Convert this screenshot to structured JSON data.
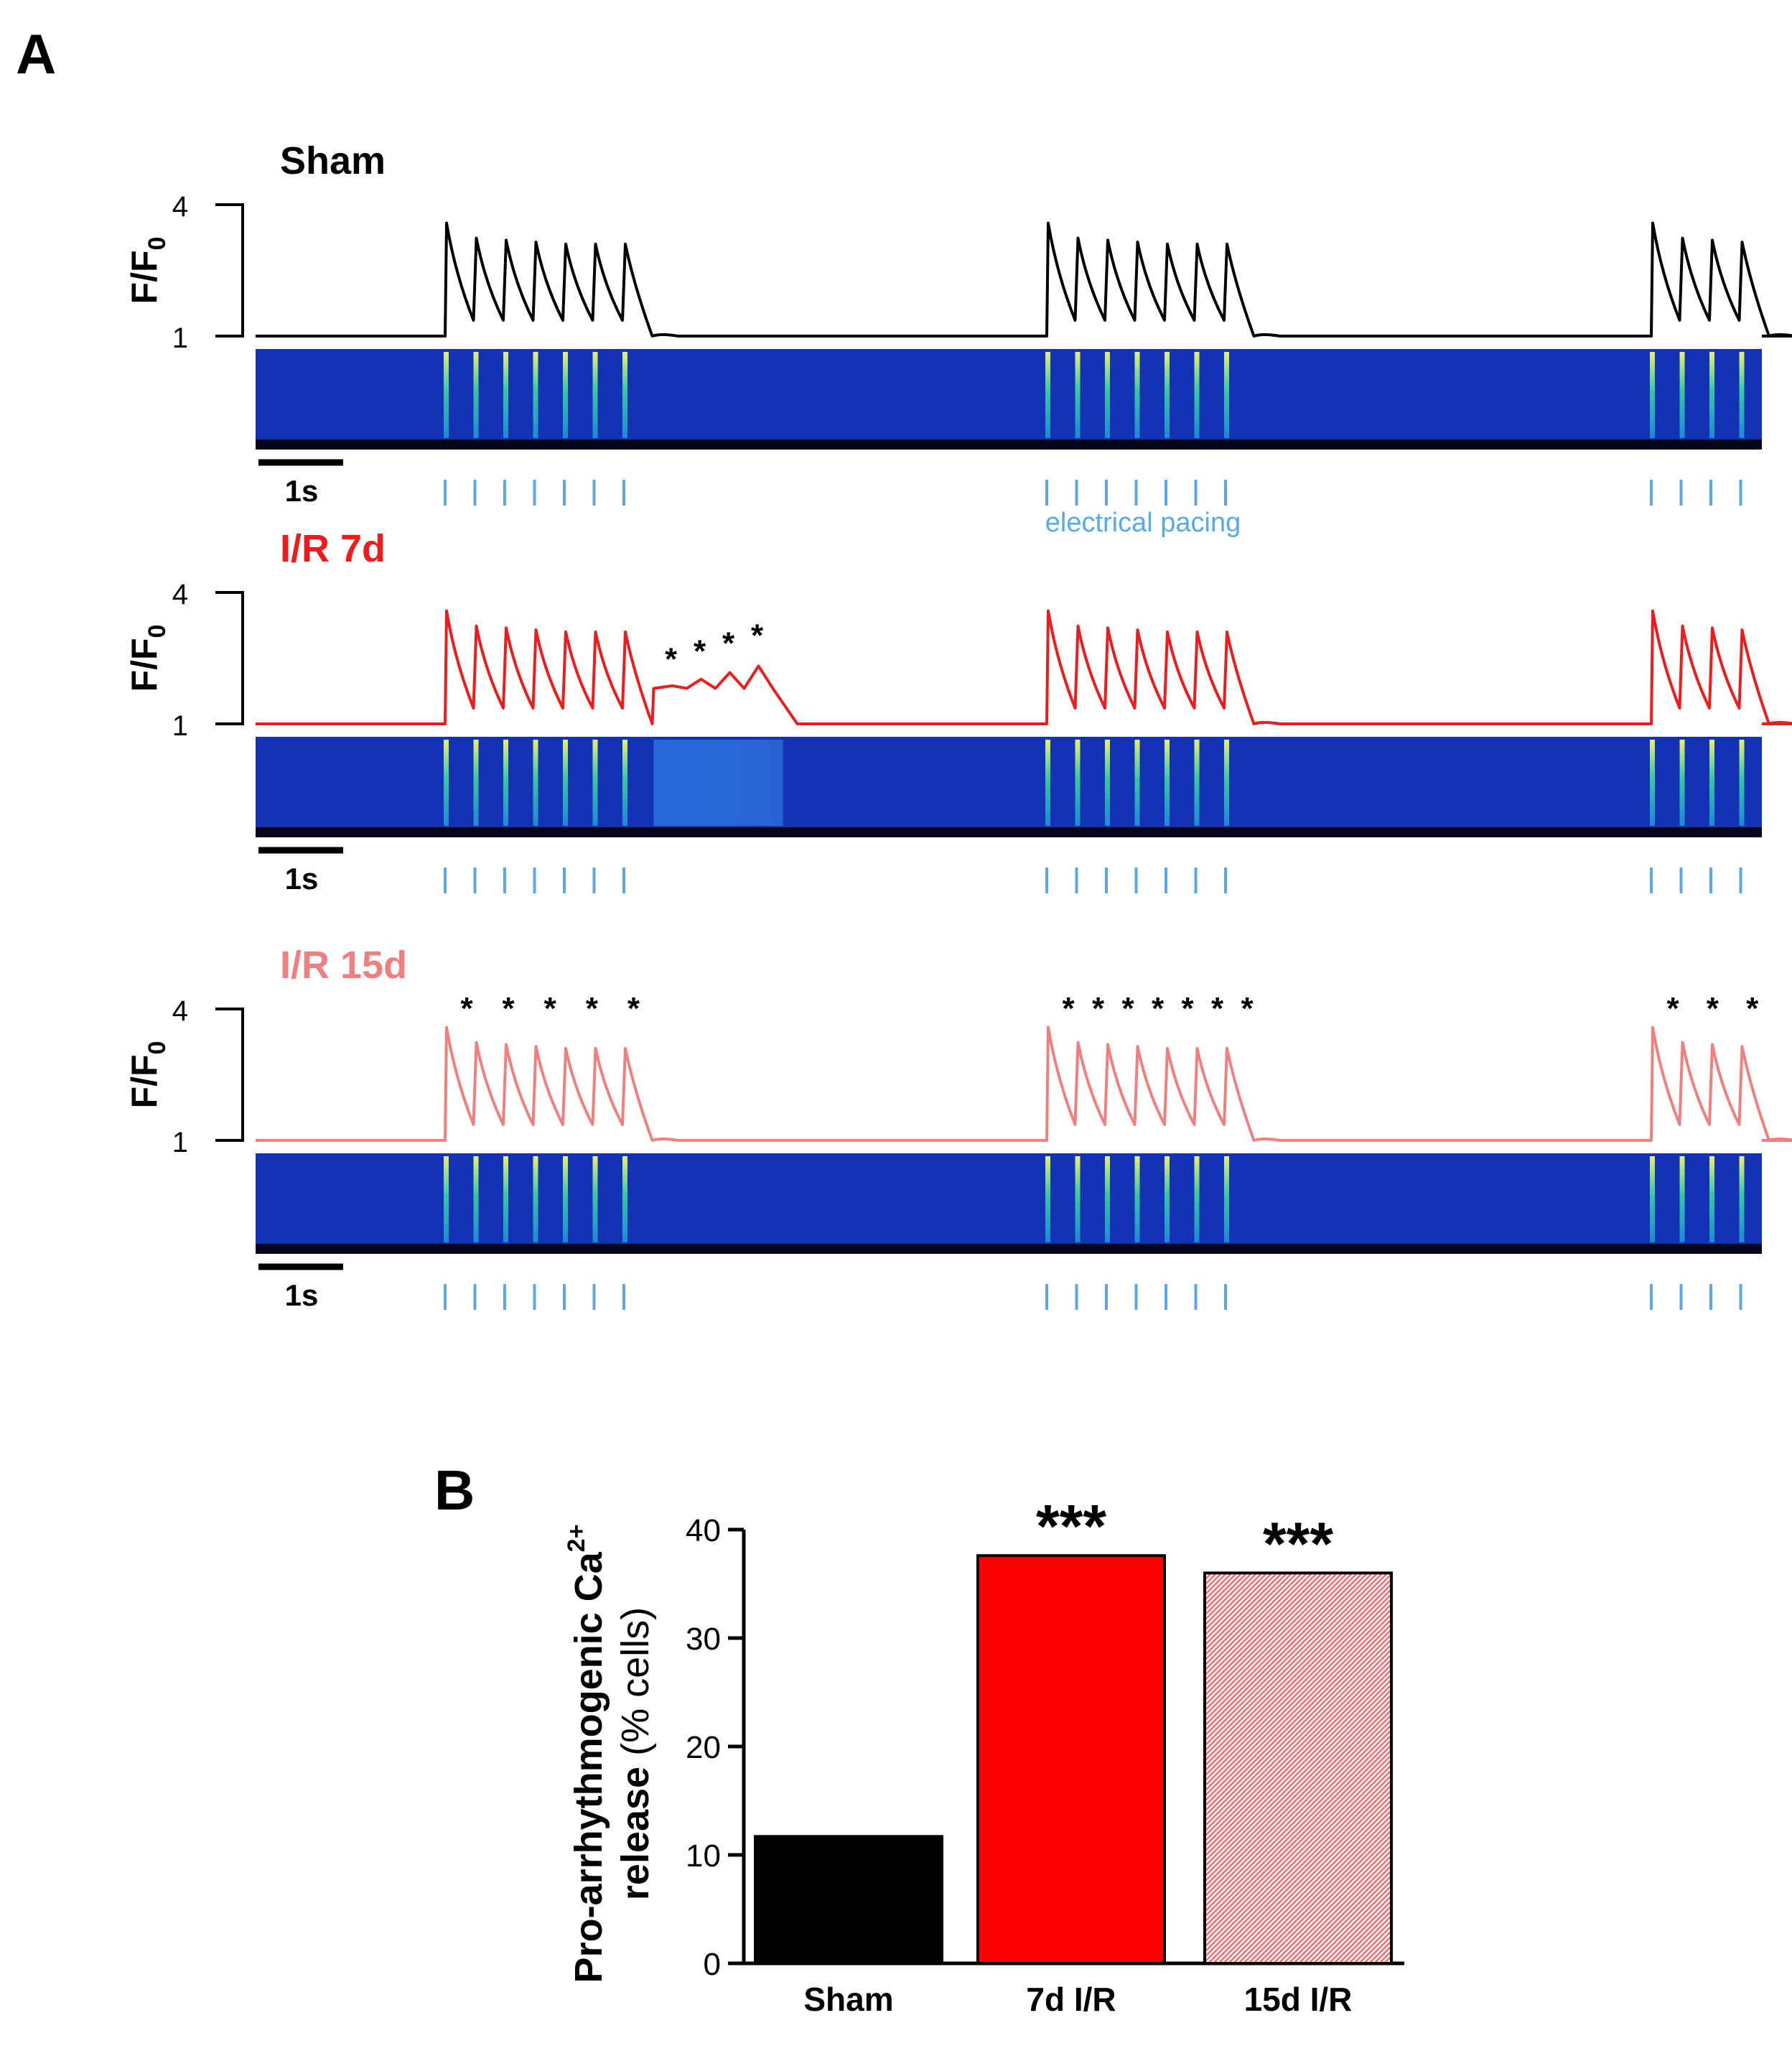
{
  "panel_a": {
    "letter": "A",
    "y_tick_top": "4",
    "y_tick_bottom": "1",
    "y_label_main": "F/F",
    "y_label_sub": "0",
    "scale_bar_label": "1s",
    "pacing_label": "electrical pacing",
    "spark_marker": "*",
    "colors": {
      "sham": "#000000",
      "ir7": "#ee1c1c",
      "ir15": "#f08080",
      "pacing": "#5aa9e6",
      "linescan_bg": "#1432b4"
    },
    "rows": [
      {
        "label": "Sham",
        "color": "#000000",
        "trains": [
          {
            "beats": 7,
            "extra_events": 0
          },
          {
            "beats": 7,
            "extra_events": 0
          },
          {
            "beats": 4,
            "extra_events": 0
          }
        ]
      },
      {
        "label": "I/R 7d",
        "color": "#ee1c1c",
        "trains": [
          {
            "beats": 7,
            "extra_events": 4
          },
          {
            "beats": 7,
            "extra_events": 0
          },
          {
            "beats": 4,
            "extra_events": 0
          }
        ]
      },
      {
        "label": "I/R 15d",
        "color": "#f08080",
        "trains": [
          {
            "beats": 7,
            "extra_events": 5
          },
          {
            "beats": 7,
            "extra_events": 7
          },
          {
            "beats": 4,
            "extra_events": 3
          }
        ]
      }
    ]
  },
  "chart_data": {
    "type": "bar",
    "panel_letter": "B",
    "categories": [
      "Sham",
      "7d I/R",
      "15d I/R"
    ],
    "values": [
      11.7,
      37.6,
      36.0
    ],
    "colors": [
      "#000000",
      "#ff0000",
      "#ffb0b0"
    ],
    "significance": [
      "",
      "***",
      "***"
    ],
    "ylabel_line1": "Pro-arrhythmogenic Ca",
    "ylabel_sup": "2+",
    "ylabel_line2_bold": "release",
    "ylabel_line2_normal": " (% cells)",
    "ylim": [
      0,
      40
    ],
    "yticks": [
      0,
      10,
      20,
      30,
      40
    ],
    "grid": false
  }
}
